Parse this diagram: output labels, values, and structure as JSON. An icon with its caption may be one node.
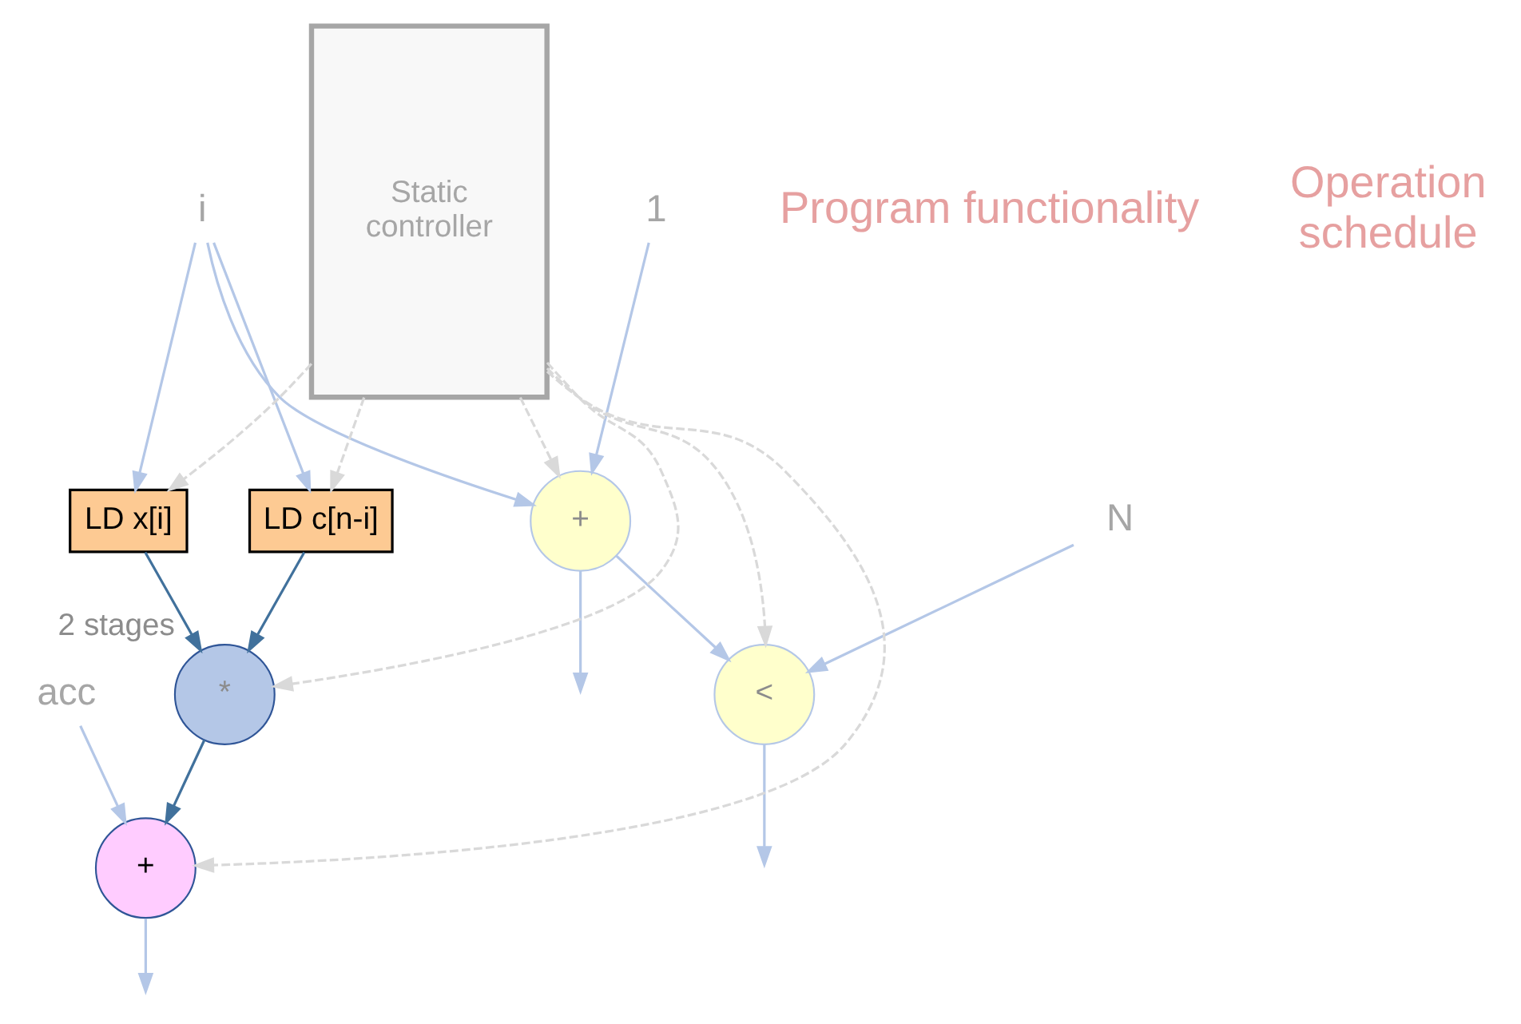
{
  "diagram": {
    "nodes": [
      {
        "text": [
          "acc"
        ]
      },
      {
        "text": [
          "i"
        ]
      },
      {
        "text": [
          "1"
        ]
      },
      {
        "text": [
          "N"
        ]
      },
      {
        "text": [
          "LD x[i]"
        ]
      },
      {
        "text": [
          "LD c[n-i]"
        ]
      },
      {
        "text": [
          "+"
        ]
      },
      {
        "text": [
          "*"
        ],
        "beside": [
          "2 stages"
        ]
      },
      {
        "text": [
          "<"
        ]
      },
      {
        "text": [
          "+"
        ]
      },
      {
        "text": [
          "Static controller"
        ]
      }
    ],
    "edges": [
      {
        "from": 1,
        "to": 4,
        "arrow": "to"
      },
      {
        "from": 1,
        "to": 5,
        "arrow": "to"
      },
      {
        "from": 1,
        "to": 6,
        "arrow": "to"
      },
      {
        "from": 2,
        "to": 6,
        "arrow": "to"
      },
      {
        "from": 4,
        "to": 7,
        "arrow": "to",
        "color": "#41719c"
      },
      {
        "from": 5,
        "to": 7,
        "arrow": "to",
        "color": "#41719c"
      },
      {
        "from": 0,
        "to": 9,
        "arrow": "to"
      },
      {
        "from": 7,
        "to": 9,
        "arrow": "to",
        "color": "#41719c"
      },
      {
        "from": 6,
        "to": 8,
        "arrow": "to"
      },
      {
        "from": 3,
        "to": 8,
        "arrow": "to"
      },
      {
        "from": 6,
        "to": null,
        "arrow": "to"
      },
      {
        "from": 8,
        "to": null,
        "arrow": "to"
      },
      {
        "from": 9,
        "to": null,
        "arrow": "to"
      },
      {
        "from": 10,
        "to": 6,
        "arrow": "to",
        "style": "dashed",
        "color": "#d9d9d9"
      },
      {
        "from": 10,
        "to": 5,
        "arrow": "to",
        "style": "dashed",
        "color": "#d9d9d9"
      },
      {
        "from": 10,
        "to": 4,
        "arrow": "to",
        "style": "dashed",
        "color": "#d9d9d9"
      },
      {
        "from": 10,
        "to": 7,
        "arrow": "to",
        "style": "dashed",
        "color": "#d9d9d9"
      },
      {
        "from": 10,
        "to": 8,
        "arrow": "to",
        "style": "dashed",
        "color": "#d9d9d9"
      },
      {
        "from": 10,
        "to": 9,
        "arrow": "to",
        "style": "dashed",
        "color": "#d9d9d9"
      }
    ],
    "labels": [
      "Program functionality",
      "Operation schedule"
    ]
  }
}
